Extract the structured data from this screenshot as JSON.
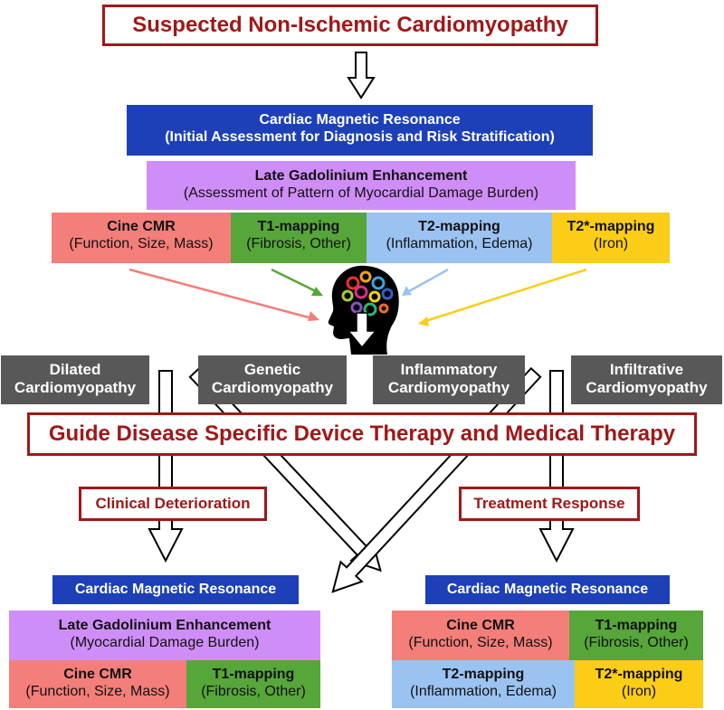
{
  "title": "Suspected Non-Ischemic Cardiomyopathy",
  "cmr_initial": {
    "line1": "Cardiac Magnetic Resonance",
    "line2": "(Initial Assessment for Diagnosis and Risk Stratification)"
  },
  "lge_initial": {
    "title": "Late Gadolinium Enhancement",
    "sub": "(Assessment of Pattern of Myocardial Damage Burden)"
  },
  "techniques": [
    {
      "title": "Cine CMR",
      "sub": "(Function, Size, Mass)"
    },
    {
      "title": "T1-mapping",
      "sub": "(Fibrosis, Other)"
    },
    {
      "title": "T2-mapping",
      "sub": "(Inflammation, Edema)"
    },
    {
      "title": "T2*-mapping",
      "sub": "(Iron)"
    }
  ],
  "categories": [
    {
      "line1": "Dilated",
      "line2": "Cardiomyopathy"
    },
    {
      "line1": "Genetic",
      "line2": "Cardiomyopathy"
    },
    {
      "line1": "Inflammatory",
      "line2": "Cardiomyopathy"
    },
    {
      "line1": "Infiltrative",
      "line2": "Cardiomyopathy"
    }
  ],
  "guide": "Guide Disease Specific Device Therapy and Medical Therapy",
  "deterioration": "Clinical Deterioration",
  "response": "Treatment Response",
  "left_followup": {
    "cmr": "Cardiac Magnetic Resonance",
    "lge_title": "Late Gadolinium Enhancement",
    "lge_sub": "(Myocardial Damage Burden)",
    "cine_title": "Cine CMR",
    "cine_sub": "(Function, Size, Mass)",
    "t1_title": "T1-mapping",
    "t1_sub": "(Fibrosis, Other)"
  },
  "right_followup": {
    "cmr": "Cardiac Magnetic Resonance",
    "cine_title": "Cine CMR",
    "cine_sub": "(Function, Size, Mass)",
    "t1_title": "T1-mapping",
    "t1_sub": "(Fibrosis, Other)",
    "t2_title": "T2-mapping",
    "t2_sub": "(Inflammation, Edema)",
    "t2s_title": "T2*-mapping",
    "t2s_sub": "(Iron)"
  },
  "colors": {
    "frame_red": "#a01818",
    "blue": "#1d3fb8",
    "purple": "#cf8ef7",
    "salmon": "#f47e7a",
    "green": "#56a63a",
    "light_blue": "#9bc3f2",
    "yellow": "#fccd16",
    "gray": "#585858"
  },
  "icons": [
    "head-gears-icon"
  ]
}
